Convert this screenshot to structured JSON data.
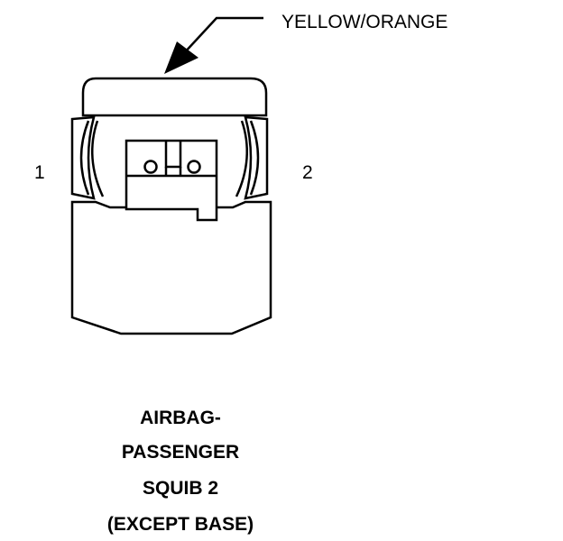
{
  "wire_color_label": "YELLOW/ORANGE",
  "pins": {
    "left": "1",
    "right": "2"
  },
  "caption": {
    "line1": "AIRBAG-",
    "line2": "PASSENGER",
    "line3": "SQUIB 2",
    "line4": "(EXCEPT BASE)"
  },
  "colors": {
    "line": "#000000",
    "background": "#ffffff"
  }
}
